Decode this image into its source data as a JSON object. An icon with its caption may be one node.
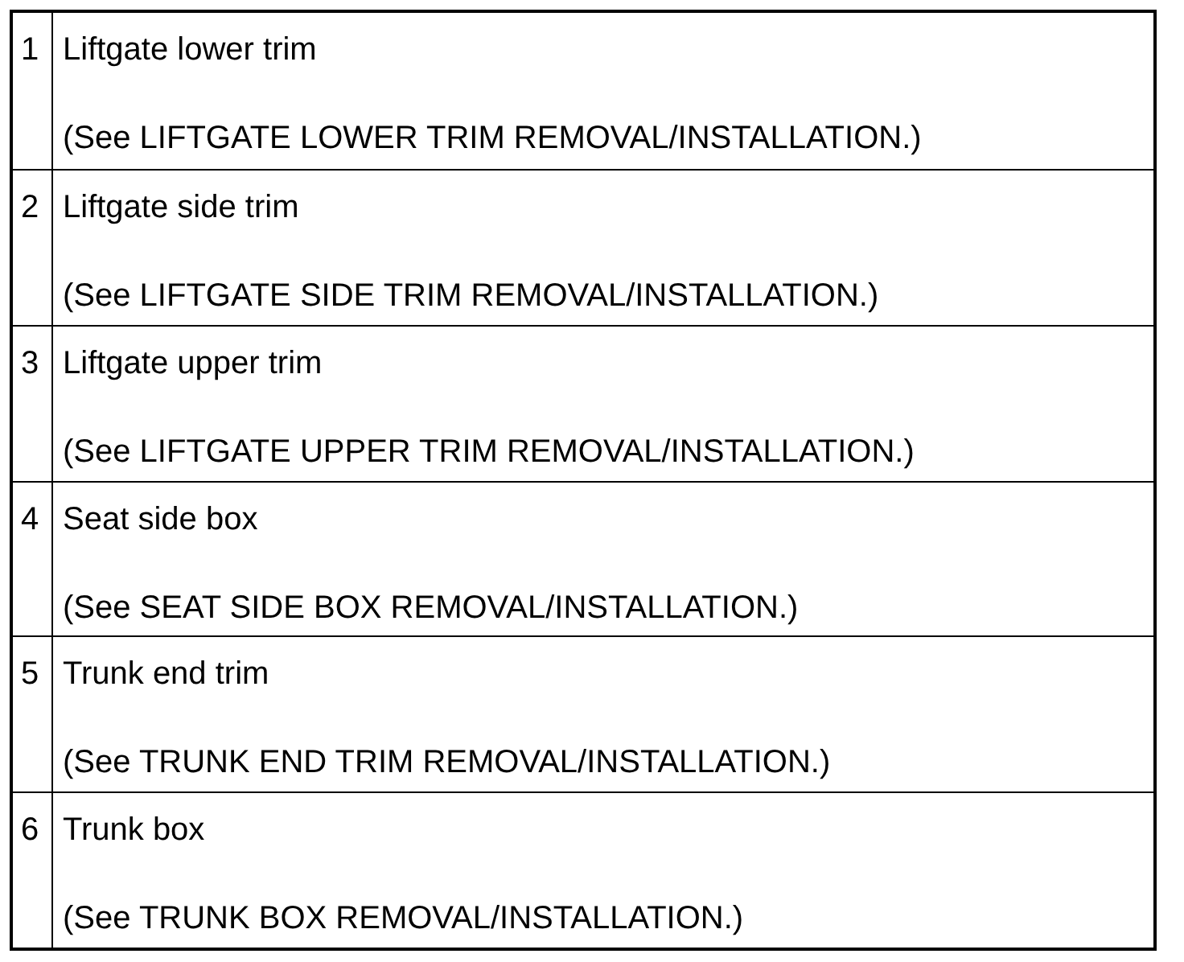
{
  "diagram": {
    "labels": [
      "1",
      "Liftgate lower trim",
      "(See LIFTGATE LOWER TRIM REMOVAL/INSTALLATION.)",
      "2",
      "Liftgate side trim",
      "(See LIFTGATE SIDE TRIM REMOVAL/INSTALLATION.)",
      "3",
      "Liftgate upper trim",
      "(See LIFTGATE UPPER TRIM REMOVAL/INSTALLATION.)",
      "4",
      "Seat side box",
      "(See SEAT SIDE BOX REMOVAL/INSTALLATION.)",
      "5",
      "Trunk end trim",
      "(See TRUNK END TRIM REMOVAL/INSTALLATION.)",
      "6",
      "Trunk box",
      "(See TRUNK BOX REMOVAL/INSTALLATION.)"
    ]
  }
}
